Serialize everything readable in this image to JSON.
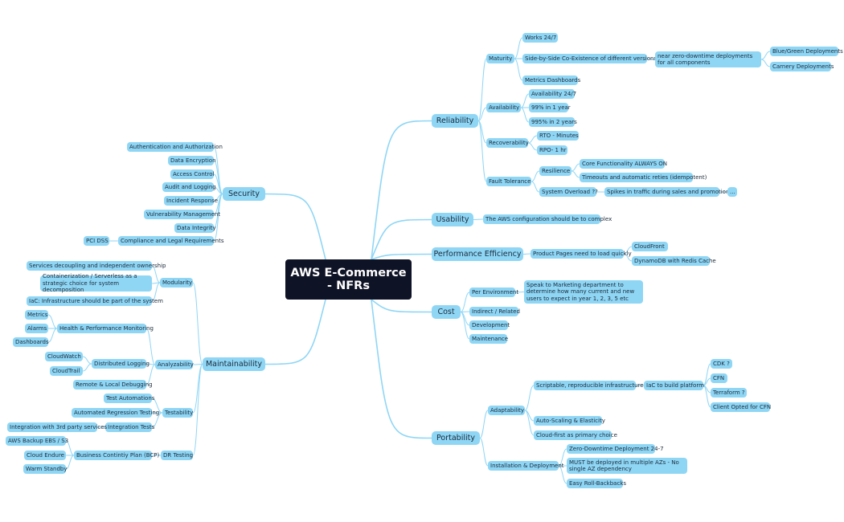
{
  "root": "AWS E-Commerce - NFRs",
  "branches": {
    "reliability": "Reliability",
    "security": "Security",
    "usability": "Usability",
    "performance": "Performance Efficiency",
    "cost": "Cost",
    "maintainability": "Maintainability",
    "portability": "Portability"
  },
  "reliability": {
    "maturity": "Maturity",
    "works247": "Works 24/7",
    "sidebyside": "Side-by-Side Co-Existence of different versions",
    "nearzero": "near zero-downtime deployments for all components",
    "bluegreen": "Blue/Green Deployments",
    "canary": "Carnery Deployments",
    "metrics": "Metrics Dashboards",
    "availability": "Availability",
    "avail247": "Availability 24/7",
    "avail99": "99% in 1 year",
    "avail995": "995% in 2 years",
    "recoverability": "Recoverability",
    "rto": "RTO - Minutes",
    "rpo": "RPO- 1 hr",
    "fault": "Fault Tolerance",
    "resilience": "Resilience",
    "core": "Core Functionality ALWAYS ON",
    "timeouts": "Timeouts and automatic reties (idempotent)",
    "overload": "System Overload ??",
    "spikes": "Spikes in traffic during sales and promotions",
    "dots": "..."
  },
  "security": {
    "authn": "Authentication and Authorization",
    "encryption": "Data Encryption",
    "access": "Access Control",
    "audit": "Audit and Logging",
    "incident": "Incident Response",
    "vuln": "Vulnerability Management",
    "integrity": "Data Integrity",
    "compliance": "Compliance and Legal Requirements",
    "pci": "PCI DSS"
  },
  "usability": {
    "aws_config": "The AWS configuration should be to complex"
  },
  "performance": {
    "product_pages": "Product Pages need to load quickly",
    "cloudfront": "CloudFront",
    "dynamodb": "DynamoDB with Redis Cache"
  },
  "cost": {
    "per_env": "Per Environment",
    "marketing": "Speak to Marketing department to determine how many current and new users to expect in year 1, 2, 3, 5 etc",
    "indirect": "Indirect / Related",
    "development": "Development",
    "maintenance": "Maintenance"
  },
  "maintainability": {
    "modularity": "Modularity",
    "decoupling": "Services decoupling and independent ownership",
    "containerization": "Containerization / Serverless as a strategic choice for system decomposition",
    "iac": "IaC: Infrastructure should be part of the system",
    "analyzability": "Analyzability",
    "health": "Health & Performance Monitoring",
    "metrics": "Metrics",
    "alarms": "Alarms",
    "dashboards": "Dashboards",
    "distributed": "Distributed Logging",
    "cloudwatch": "CloudWatch",
    "cloudtrail": "CloudTrail",
    "remote": "Remote & Local Debugging",
    "testability": "Testability",
    "test_auto": "Test Automations",
    "regression": "Automated Regression Testing",
    "integration_tests": "Integration Tests",
    "third_party": "Integration with 3rd party services",
    "dr_testing": "DR Testing",
    "bcp": "Business Contintiy Plan (BCP)",
    "backup": "AWS Backup EBS / S3",
    "cloud_endure": "Cloud Endure",
    "warm": "Warm Standby"
  },
  "portability": {
    "adaptability": "Adaptability",
    "scriptable": "Scriptable, reproducible infrastructure",
    "iac_platform": "IaC to build platform",
    "cdk": "CDK ?",
    "cfn": "CFN",
    "terraform": "Terraform ?",
    "client_cfn": "Client Opted for CFN",
    "autoscaling": "Auto-Scaling & Elasticity",
    "cloudfirst": "Cloud-first as primary choice",
    "install": "Installation & Deployment",
    "zero_downtime": "Zero-Downtime Deployment 24-7",
    "multi_az": "MUST be deployed in multiple AZs - No single AZ dependency",
    "rollback": "Easy Roll-Backbacks"
  }
}
